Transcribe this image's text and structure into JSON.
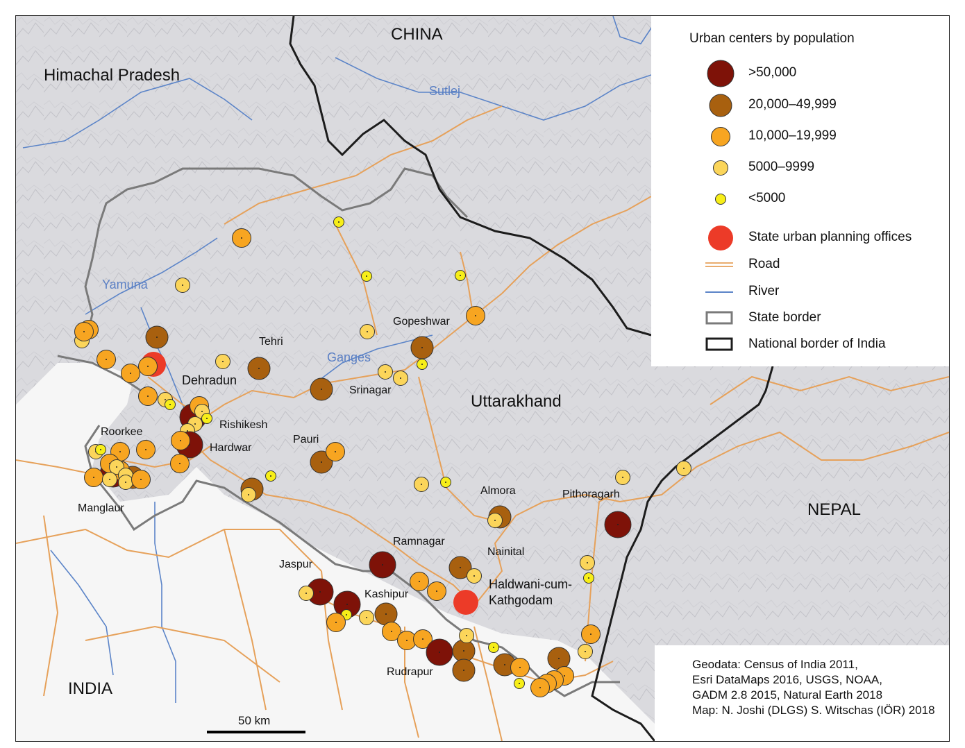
{
  "map": {
    "regions": {
      "himachal": "Himachal Pradesh",
      "china": "CHINA",
      "uttarakhand": "Uttarakhand",
      "nepal": "NEPAL",
      "india": "INDIA"
    },
    "rivers": {
      "yamuna": "Yamuna",
      "ganges": "Ganges",
      "sutlej": "Sutlej"
    },
    "cities": {
      "dehradun": "Dehradun",
      "tehri": "Tehri",
      "gopeshwar": "Gopeshwar",
      "srinagar": "Srinagar",
      "rishikesh": "Rishikesh",
      "hardwar": "Hardwar",
      "roorkee": "Roorkee",
      "manglaur": "Manglaur",
      "pauri": "Pauri",
      "almora": "Almora",
      "pithoragarh": "Pithoragarh",
      "ramnagar": "Ramnagar",
      "nainital": "Nainital",
      "jaspur": "Jaspur",
      "kashipur": "Kashipur",
      "haldwani_1": "Haldwani-cum-",
      "haldwani_2": "Kathgodam",
      "rudrapur": "Rudrapur"
    },
    "scale_bar": "50 km"
  },
  "legend": {
    "title": "Urban centers by population",
    "items": [
      {
        "label": ">50,000",
        "color": "#7e1208"
      },
      {
        "label": "20,000–49,999",
        "color": "#a8600f"
      },
      {
        "label": "10,000–19,999",
        "color": "#f7a521"
      },
      {
        "label": "5000–9999",
        "color": "#fbd55a"
      },
      {
        "label": "<5000",
        "color": "#f7ee18"
      },
      {
        "label": "State urban planning offices",
        "color": "#ec3b28"
      },
      {
        "label": "Road",
        "color": "#e6a15a"
      },
      {
        "label": "River",
        "color": "#5b84c8"
      },
      {
        "label": "State border",
        "color": "#7a7a7a"
      },
      {
        "label": "National border of India",
        "color": "#1c1c1c"
      }
    ]
  },
  "credits": [
    "Geodata: Census of India 2011,",
    "Esri DataMaps 2016, USGS, NOAA,",
    "GADM 2.8 2015, Natural Earth 2018",
    "Map: N. Joshi (DLGS) S. Witschas (IÖR) 2018"
  ]
}
